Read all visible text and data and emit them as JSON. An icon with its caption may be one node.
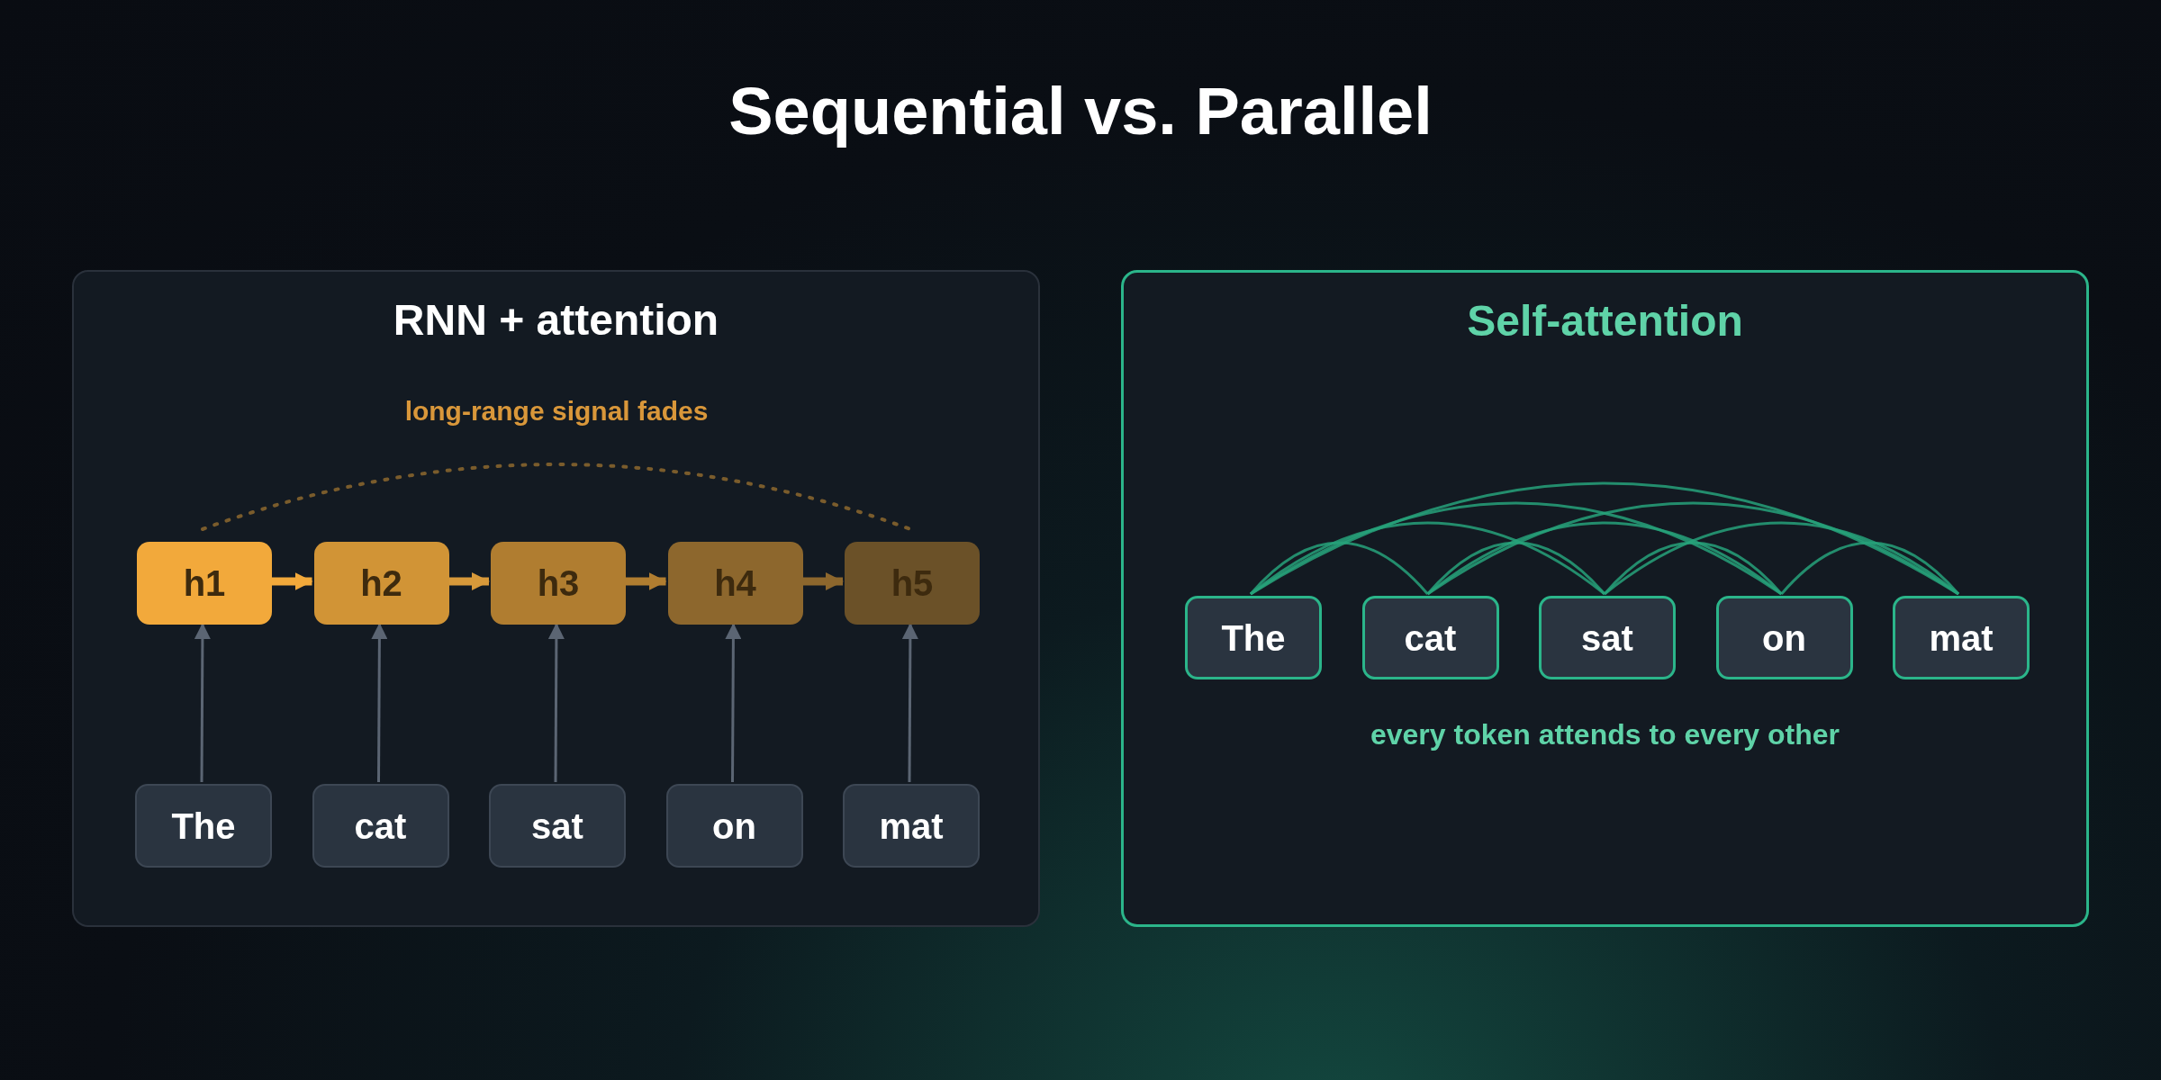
{
  "diagram": {
    "title": "Sequential vs. Parallel",
    "nodes": [
      {
        "text": [
          "RNN + attention"
        ]
      },
      {
        "text": [
          "h1"
        ],
        "in": 0
      },
      {
        "text": [
          "h2"
        ],
        "in": 0
      },
      {
        "text": [
          "h3"
        ],
        "in": 0
      },
      {
        "text": [
          "h4"
        ],
        "in": 0
      },
      {
        "text": [
          "h5"
        ],
        "in": 0
      },
      {
        "text": [
          "The"
        ],
        "in": 0
      },
      {
        "text": [
          "cat"
        ],
        "in": 0
      },
      {
        "text": [
          "sat"
        ],
        "in": 0
      },
      {
        "text": [
          "on"
        ],
        "in": 0
      },
      {
        "text": [
          "mat"
        ],
        "in": 0
      },
      {
        "text": [
          "Self-attention"
        ]
      },
      {
        "text": [
          "The"
        ],
        "in": 11
      },
      {
        "text": [
          "cat"
        ],
        "in": 11
      },
      {
        "text": [
          "sat"
        ],
        "in": 11
      },
      {
        "text": [
          "on"
        ],
        "in": 11
      },
      {
        "text": [
          "mat"
        ],
        "in": 11
      }
    ],
    "edges": [
      {
        "from": 1,
        "to": 2,
        "arrow": "to",
        "style": "thick",
        "color": "#f2a93b"
      },
      {
        "from": 2,
        "to": 3,
        "arrow": "to",
        "style": "thick",
        "color": "#d7993a"
      },
      {
        "from": 3,
        "to": 4,
        "arrow": "to",
        "style": "thick",
        "color": "#b07d30"
      },
      {
        "from": 4,
        "to": 5,
        "arrow": "to",
        "style": "thick",
        "color": "#8d672d"
      },
      {
        "from": 6,
        "to": 1,
        "arrow": "to",
        "color": "#5b6573"
      },
      {
        "from": 7,
        "to": 2,
        "arrow": "to",
        "color": "#5b6573"
      },
      {
        "from": 8,
        "to": 3,
        "arrow": "to",
        "color": "#5b6573"
      },
      {
        "from": 9,
        "to": 4,
        "arrow": "to",
        "color": "#5b6573"
      },
      {
        "from": 10,
        "to": 5,
        "arrow": "to",
        "color": "#5b6573"
      },
      {
        "from": 1,
        "to": 5,
        "arrow": "none",
        "style": "dashed",
        "color": "#7a5c2c",
        "label": "long-range signal fades"
      },
      {
        "from": 12,
        "to": 13,
        "arrow": "none",
        "color": "#27a27a"
      },
      {
        "from": 12,
        "to": 14,
        "arrow": "none",
        "color": "#27a27a"
      },
      {
        "from": 12,
        "to": 15,
        "arrow": "none",
        "color": "#27a27a"
      },
      {
        "from": 12,
        "to": 16,
        "arrow": "none",
        "color": "#27a27a"
      },
      {
        "from": 13,
        "to": 14,
        "arrow": "none",
        "color": "#27a27a"
      },
      {
        "from": 13,
        "to": 15,
        "arrow": "none",
        "color": "#27a27a"
      },
      {
        "from": 13,
        "to": 16,
        "arrow": "none",
        "color": "#27a27a"
      },
      {
        "from": 14,
        "to": 15,
        "arrow": "none",
        "color": "#27a27a"
      },
      {
        "from": 14,
        "to": 16,
        "arrow": "none",
        "color": "#27a27a"
      },
      {
        "from": 15,
        "to": 16,
        "arrow": "none",
        "color": "#27a27a"
      }
    ],
    "labels": [
      "every token attends to every other"
    ]
  }
}
